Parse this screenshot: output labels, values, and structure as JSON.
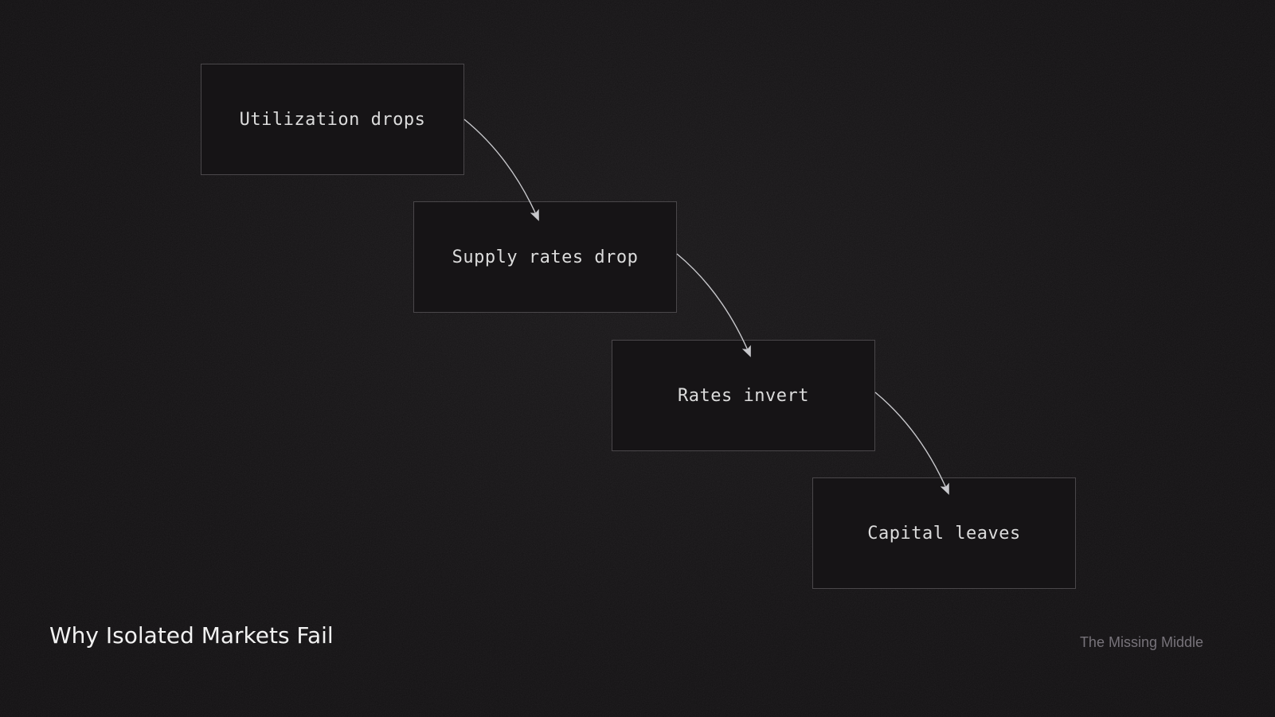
{
  "diagram": {
    "nodes": [
      {
        "id": "n1",
        "label": "Utilization drops"
      },
      {
        "id": "n2",
        "label": "Supply rates drop"
      },
      {
        "id": "n3",
        "label": "Rates invert"
      },
      {
        "id": "n4",
        "label": "Capital leaves"
      }
    ],
    "edges": [
      {
        "from": "n1",
        "to": "n2"
      },
      {
        "from": "n2",
        "to": "n3"
      },
      {
        "from": "n3",
        "to": "n4"
      }
    ],
    "colors": {
      "background": "#141214",
      "node_border": "#4a474a",
      "arrow": "#c8c8cc",
      "text": "#dcdcdc"
    }
  },
  "footer": {
    "title": "Why Isolated Markets Fail",
    "brand": "The Missing Middle"
  }
}
